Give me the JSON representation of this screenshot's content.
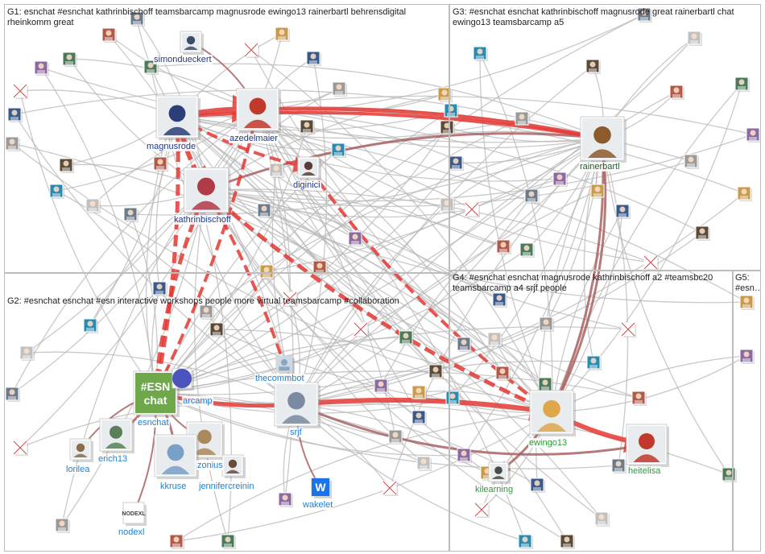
{
  "colors": {
    "g1_label": "#1f3a8a",
    "g2_label": "#1f7fd1",
    "g4_label": "#2a9d3a",
    "g3_label": "#1f5a2a",
    "edge_red": "#e53935",
    "edge_dark": "#a65a5a",
    "edge_gray": "#b8b8b8",
    "box_border": "#bdbdbd"
  },
  "groups": [
    {
      "id": "g1",
      "title": "G1: esnchat #esnchat kathrinbischoff teamsbarcamp magnusrode ewingo13 rainerbartl behrensdigital rheinkomm great"
    },
    {
      "id": "g2",
      "title": "G2: #esnchat esnchat #esn interactive workshops people more virtual teamsbarcamp #collaboration"
    },
    {
      "id": "g3",
      "title": "G3: #esnchat esnchat kathrinbischoff magnusrode great rainerbartl chat ewingo13 teamsbarcamp a5"
    },
    {
      "id": "g4",
      "title": "G4: #esnchat esnchat magnusrode kathrinbischoff a2 #teamsbc20 teamsbarcamp a4 srjf people"
    },
    {
      "id": "g5",
      "title": "G5: #esn…"
    }
  ],
  "labels": {
    "simondueckert": "simondueckert",
    "magnusrode": "magnusrode",
    "azedelmaier": "azedelmaier",
    "diginici": "diginici",
    "kathrinbischoff": "kathrinbischoff",
    "rainerbartl": "rainerbartl",
    "thecommbot": "thecommbot",
    "teamsbarcamp": "arcamp",
    "esnchat": "esnchat",
    "srjf": "srjf",
    "lorilea": "lorilea",
    "erich13": "erich13",
    "zonius": "zonius",
    "kkruse": "kkruse",
    "jennifercreinin": "jennifercreinin",
    "wakelet": "wakelet",
    "nodexl": "nodexl",
    "ewingo13": "ewingo13",
    "heitelisa": "heitelisa",
    "kilearning": "kilearning"
  },
  "nodes": [
    {
      "id": "magnusrode",
      "group": "g1",
      "icon": "batman-avatar-icon",
      "color": "#2c3e7a"
    },
    {
      "id": "azedelmaier",
      "group": "g1",
      "icon": "cartoon-avatar-icon",
      "color": "#c0392b"
    },
    {
      "id": "kathrinbischoff",
      "group": "g1",
      "icon": "woman-photo-icon",
      "color": "#b23a48"
    },
    {
      "id": "diginici",
      "group": "g1",
      "icon": "woman-photo-icon",
      "color": "#5a3e36"
    },
    {
      "id": "simondueckert",
      "group": "g1",
      "icon": "man-photo-icon",
      "color": "#3b4d6b"
    },
    {
      "id": "rainerbartl",
      "group": "g3",
      "icon": "owl-avatar-icon",
      "color": "#8d5a2b"
    },
    {
      "id": "esnchat",
      "group": "g2",
      "icon": "esnchat-logo-icon",
      "color": "#6ea84b"
    },
    {
      "id": "teamsbarcamp",
      "group": "g2",
      "icon": "teams-logo-icon",
      "color": "#4b53bc"
    },
    {
      "id": "thecommbot",
      "group": "g2",
      "icon": "default-avatar-icon",
      "color": "#8aa7c2"
    },
    {
      "id": "srjf",
      "group": "g2",
      "icon": "man-photo-icon",
      "color": "#7a8aa0"
    },
    {
      "id": "lorilea",
      "group": "g2",
      "icon": "woman-photo-icon",
      "color": "#8a6b4e"
    },
    {
      "id": "erich13",
      "group": "g2",
      "icon": "man-photo-icon",
      "color": "#5b7f5a"
    },
    {
      "id": "zonius",
      "group": "g2",
      "icon": "woman-photo-icon",
      "color": "#a98a5a"
    },
    {
      "id": "kkruse",
      "group": "g2",
      "icon": "woman-photo-icon",
      "color": "#7aa0c8"
    },
    {
      "id": "jennifercreinin",
      "group": "g2",
      "icon": "woman-photo-icon",
      "color": "#6b4c3b"
    },
    {
      "id": "wakelet",
      "group": "g2",
      "icon": "wakelet-logo-icon",
      "color": "#1a73e8"
    },
    {
      "id": "nodexl",
      "group": "g2",
      "icon": "nodexl-logo-icon",
      "color": "#444444"
    },
    {
      "id": "ewingo13",
      "group": "g4",
      "icon": "cartoon-avatar-icon",
      "color": "#e0a64a"
    },
    {
      "id": "heitelisa",
      "group": "g4",
      "icon": "woman-photo-icon",
      "color": "#c0392b"
    },
    {
      "id": "kilearning",
      "group": "g4",
      "icon": "man-photo-icon",
      "color": "#4a4a4a"
    }
  ]
}
